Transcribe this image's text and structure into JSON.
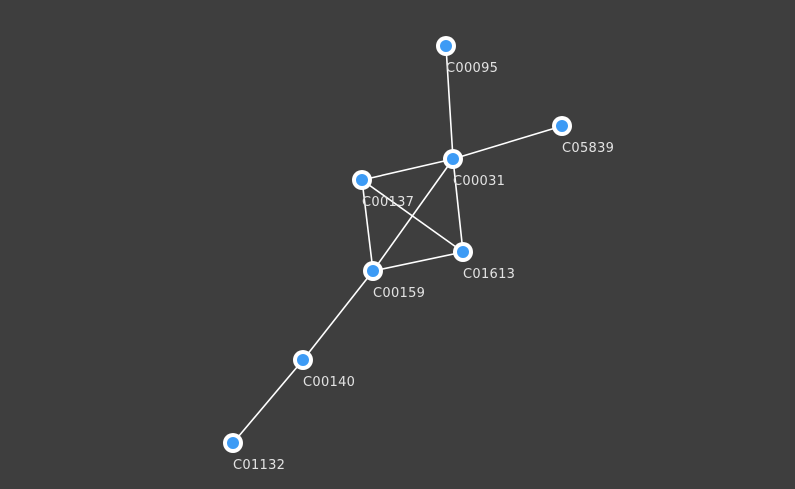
{
  "colors": {
    "background": "#3e3e3e",
    "edge": "#ffffff",
    "node_ring": "#ffffff",
    "node_fill": "#3d9bf5",
    "label_text": "#e2e2e2"
  },
  "graph": {
    "nodes": [
      {
        "id": "C00095",
        "label": "C00095"
      },
      {
        "id": "C05839",
        "label": "C05839"
      },
      {
        "id": "C00031",
        "label": "C00031"
      },
      {
        "id": "C00137",
        "label": "C00137"
      },
      {
        "id": "C01613",
        "label": "C01613"
      },
      {
        "id": "C00159",
        "label": "C00159"
      },
      {
        "id": "C00140",
        "label": "C00140"
      },
      {
        "id": "C01132",
        "label": "C01132"
      }
    ],
    "edges": [
      {
        "source": "C00095",
        "target": "C00031"
      },
      {
        "source": "C05839",
        "target": "C00031"
      },
      {
        "source": "C00137",
        "target": "C00031"
      },
      {
        "source": "C00031",
        "target": "C01613"
      },
      {
        "source": "C00031",
        "target": "C00159"
      },
      {
        "source": "C00137",
        "target": "C01613"
      },
      {
        "source": "C00137",
        "target": "C00159"
      },
      {
        "source": "C00159",
        "target": "C01613"
      },
      {
        "source": "C00159",
        "target": "C00140"
      },
      {
        "source": "C00140",
        "target": "C01132"
      }
    ]
  }
}
